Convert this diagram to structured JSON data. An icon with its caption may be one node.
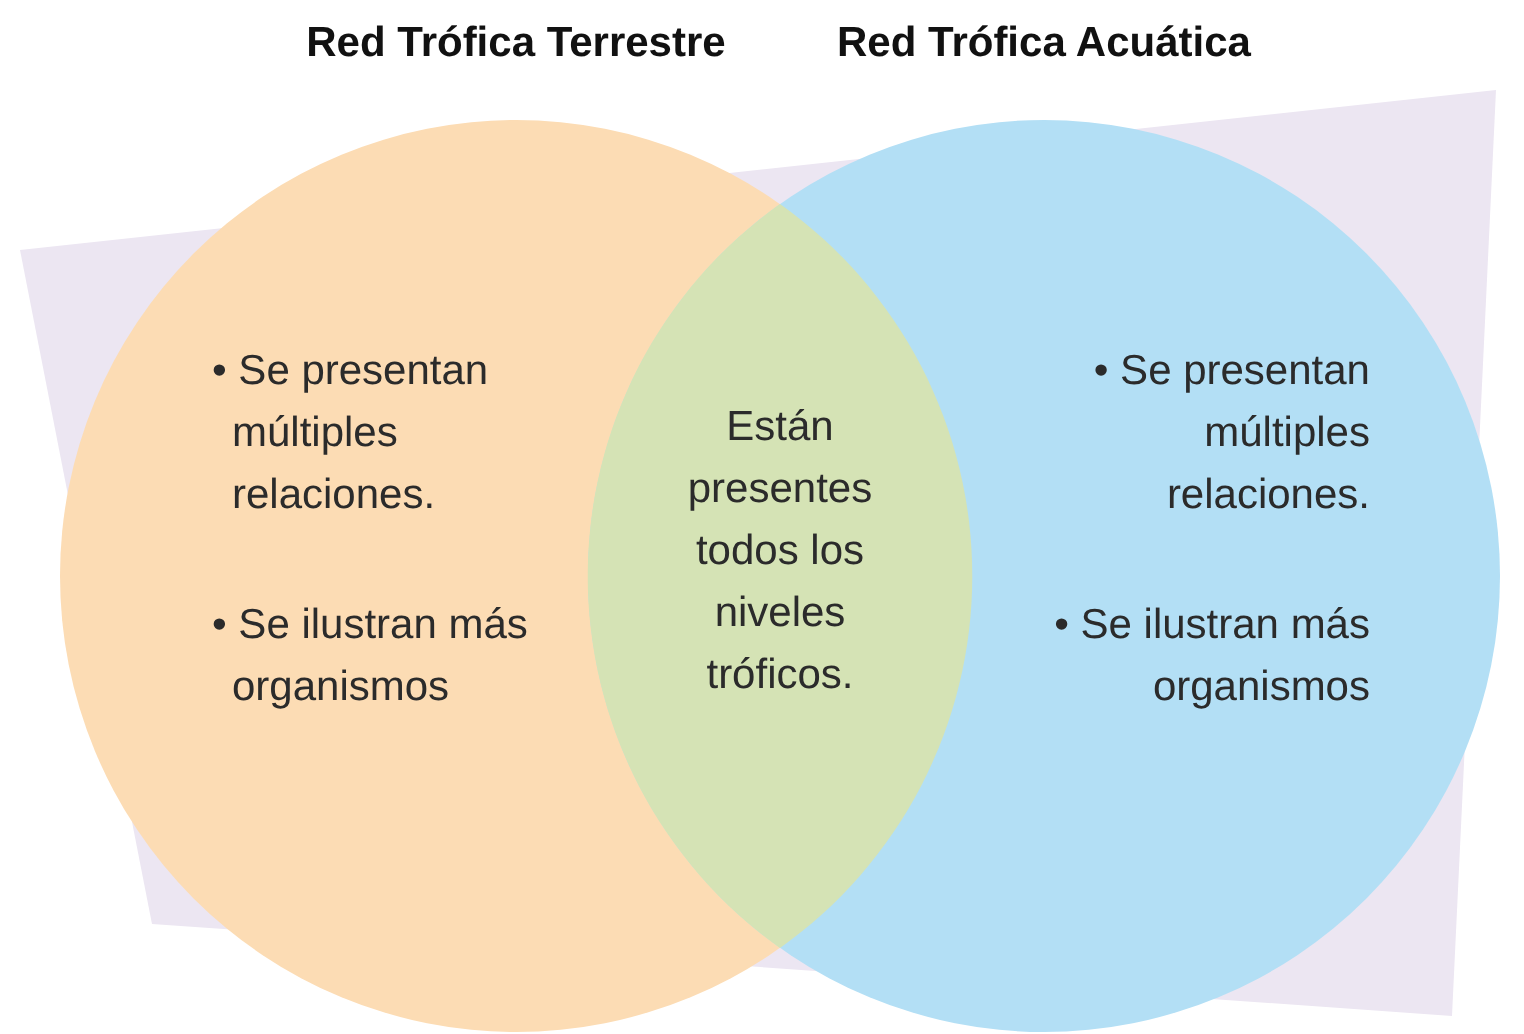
{
  "diagram": {
    "nodes": [
      {
        "text": [
          "Red Trófica Terrestre",
          "• Se presentan múltiples relaciones.",
          "• Se ilustran más organismos"
        ]
      },
      {
        "text": [
          "Red Trófica Acuática",
          "• Se presentan múltiples relaciones.",
          "• Se ilustran más organismos"
        ]
      },
      {
        "text": [
          "Están presentes todos los niveles tróficos."
        ]
      }
    ]
  }
}
